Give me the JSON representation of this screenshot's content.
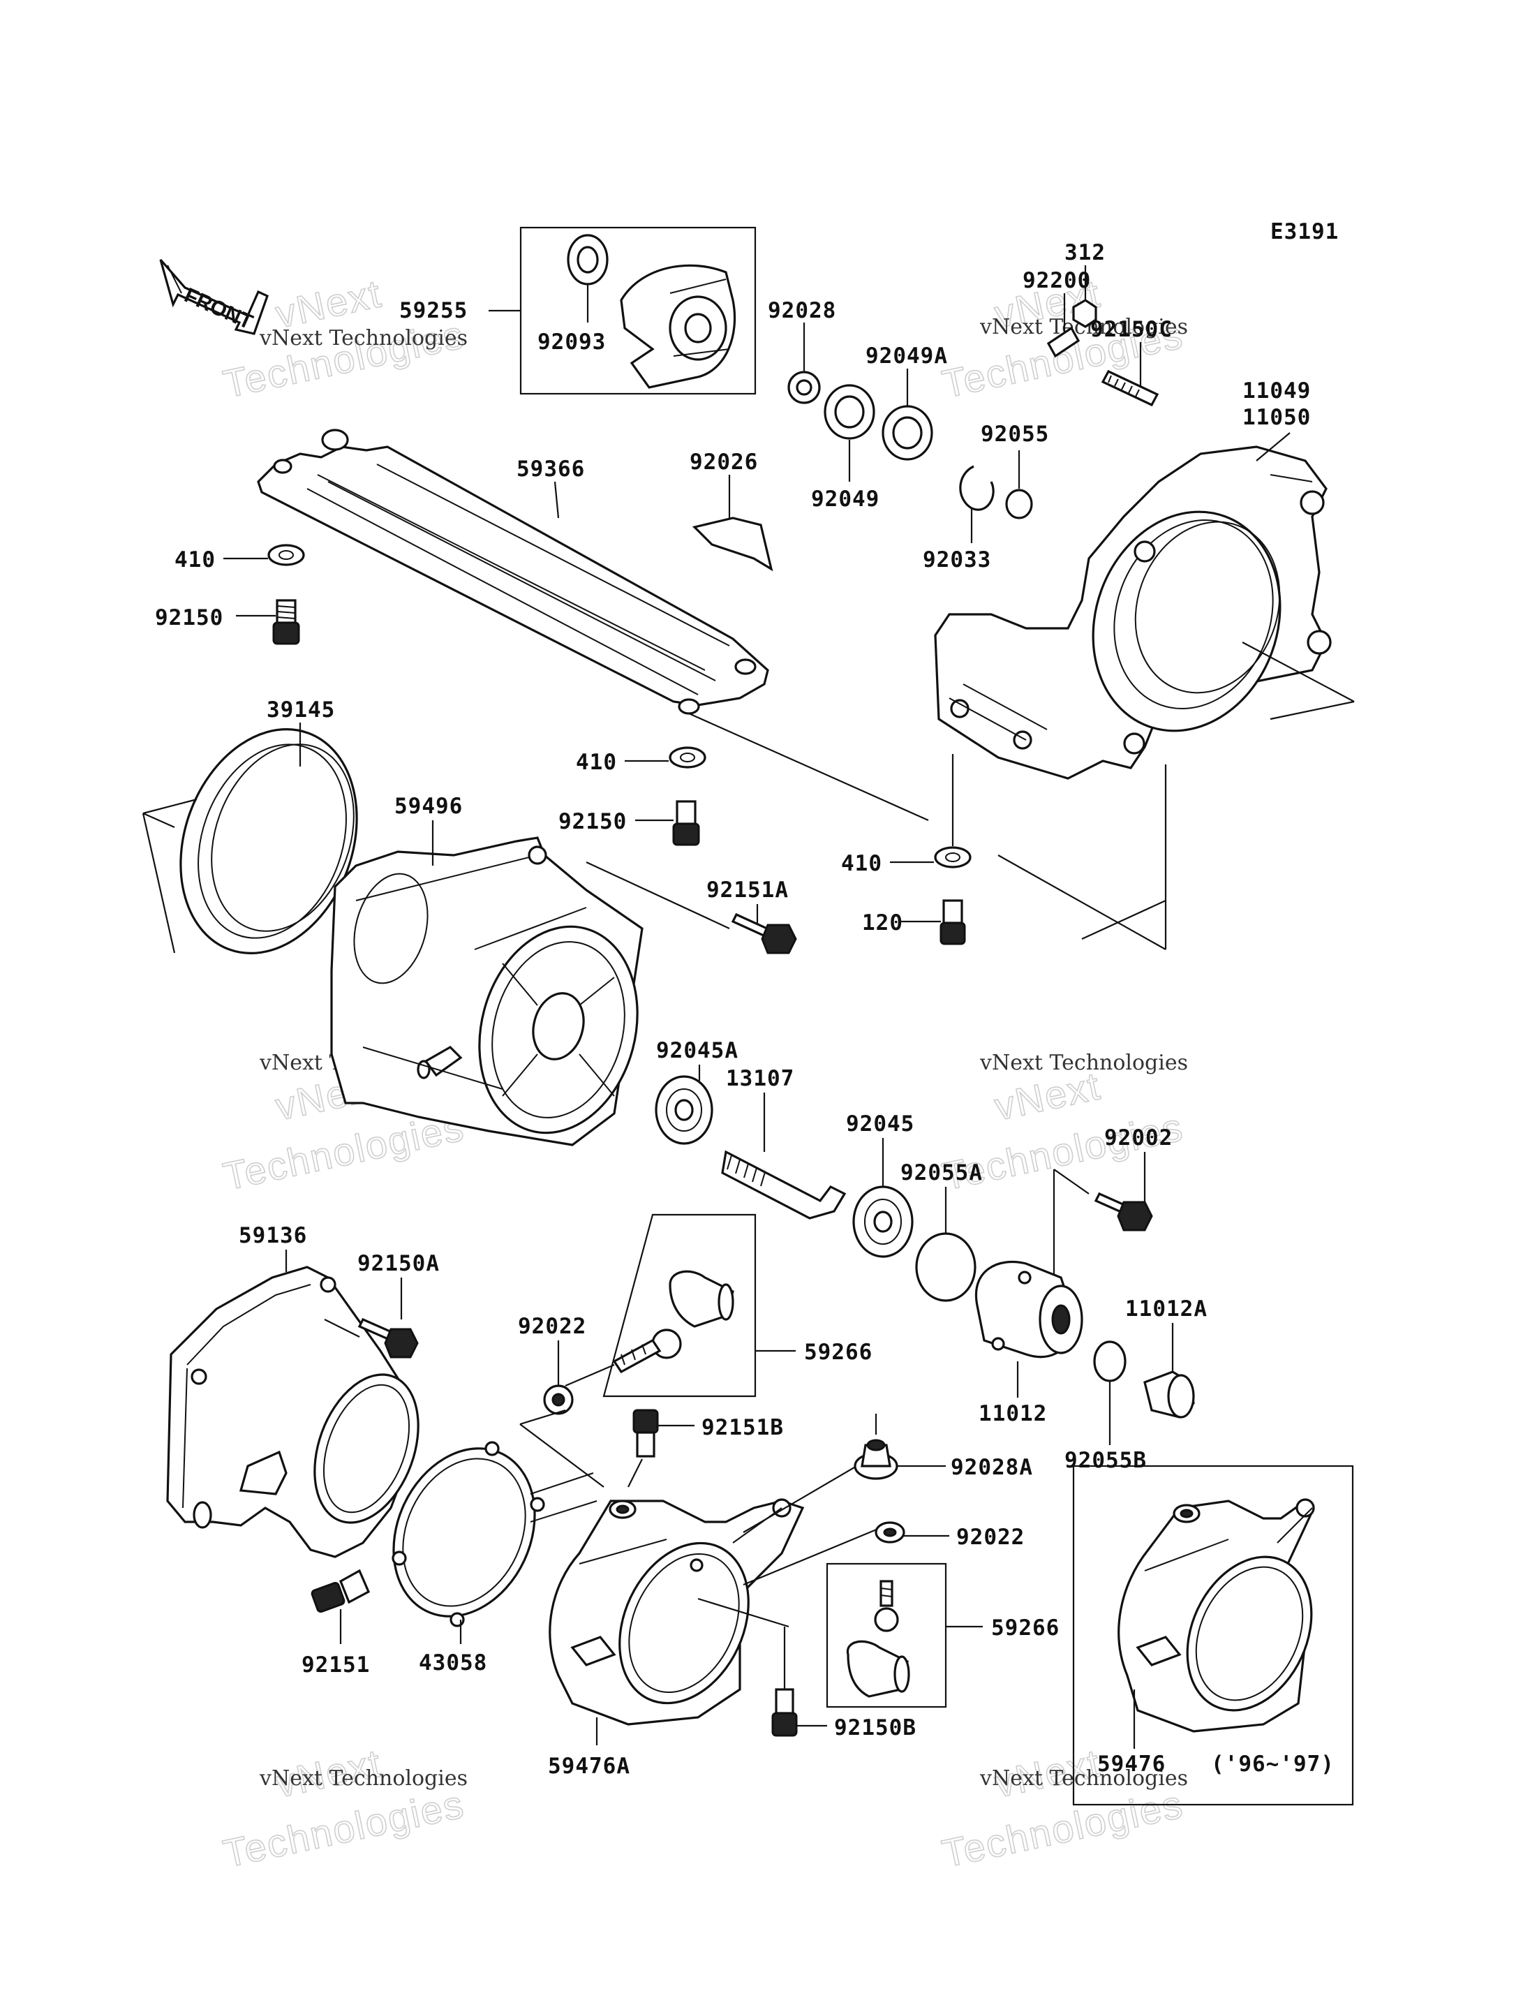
{
  "diagram_code": "E3191",
  "front_arrow_label": "FRONT",
  "watermark_line1": "vNext Technologies",
  "watermark_line2": "vNext",
  "watermark_line3": "Technologies",
  "labels": {
    "p59255": "59255",
    "p92093": "92093",
    "p92028": "92028",
    "p92049A": "92049A",
    "p312": "312",
    "p92200": "92200",
    "p92150C": "92150C",
    "p11049": "11049",
    "p11050": "11050",
    "p59366": "59366",
    "p92026": "92026",
    "p92049": "92049",
    "p92055": "92055",
    "p92033": "92033",
    "p410a": "410",
    "p92150a": "92150",
    "p39145": "39145",
    "p410b": "410",
    "p59496": "59496",
    "p92150b": "92150",
    "p410c": "410",
    "p92151A": "92151A",
    "p120": "120",
    "p92045A": "92045A",
    "p13107": "13107",
    "p92045": "92045",
    "p92002": "92002",
    "p92055A": "92055A",
    "p59136": "59136",
    "p92150A": "92150A",
    "p92022a": "92022",
    "p59266a": "59266",
    "p11012A": "11012A",
    "p11012": "11012",
    "p92151B": "92151B",
    "p92028A": "92028A",
    "p92055B": "92055B",
    "p92022b": "92022",
    "p59266b": "59266",
    "p92151": "92151",
    "p43058": "43058",
    "p59476A": "59476A",
    "p92150B": "92150B",
    "p59476": "59476",
    "p96_97": "('96~'97)"
  }
}
